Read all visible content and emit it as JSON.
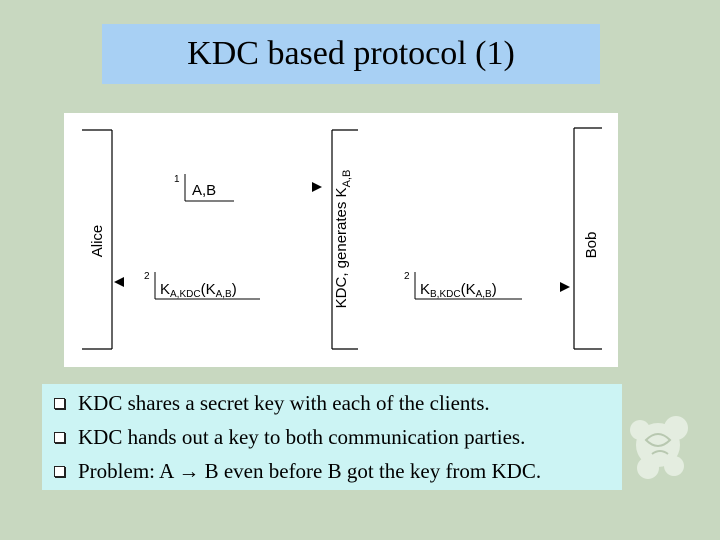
{
  "slide": {
    "title": "KDC based protocol (1)"
  },
  "diagram": {
    "parties": {
      "alice": "Alice",
      "kdc_label_main": "KDC, generates ",
      "kdc_label_key": "K",
      "kdc_label_sub": "A,B",
      "bob": "Bob"
    },
    "messages": [
      {
        "step": "1",
        "text": "A,B"
      },
      {
        "step": "2",
        "key": "K",
        "key_sub": "A,KDC",
        "inner_key": "K",
        "inner_sub": "A,B"
      },
      {
        "step": "2",
        "key": "K",
        "key_sub": "B,KDC",
        "inner_key": "K",
        "inner_sub": "A,B"
      }
    ]
  },
  "bullets": [
    "KDC shares a secret key with each of the clients.",
    "KDC hands out a key to both communication parties.",
    "Problem: A → B even before B got the key from KDC."
  ],
  "colors": {
    "background": "#c8d8c0",
    "title_box": "#a8d0f4",
    "bullet_box": "#ccf4f4",
    "diagram_bg": "#ffffff"
  }
}
